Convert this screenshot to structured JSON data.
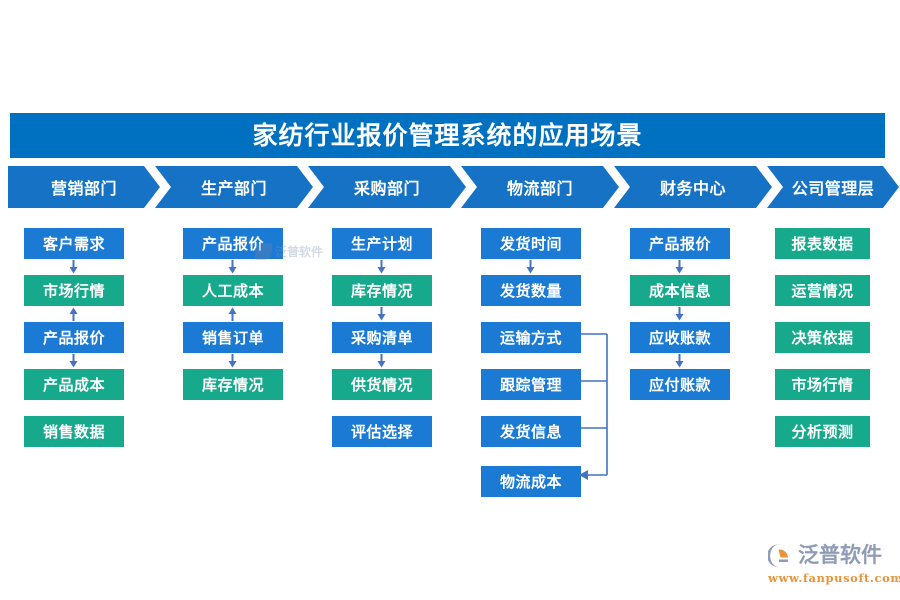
{
  "title": {
    "text": "家纺行业报价管理系统的应用场景",
    "bar_color": "#0070c0",
    "text_color": "#ffffff"
  },
  "colors": {
    "chevron": "#1572c4",
    "node_blue": "#1b7ad4",
    "node_teal": "#17a98c",
    "arrow": "#4472c4",
    "background": "#ffffff"
  },
  "columns": [
    {
      "header": "营销部门",
      "nodes": [
        {
          "label": "客户需求",
          "color": "blue"
        },
        {
          "label": "市场行情",
          "color": "teal"
        },
        {
          "label": "产品报价",
          "color": "blue"
        },
        {
          "label": "产品成本",
          "color": "teal"
        },
        {
          "label": "销售数据",
          "color": "teal"
        }
      ]
    },
    {
      "header": "生产部门",
      "nodes": [
        {
          "label": "产品报价",
          "color": "blue"
        },
        {
          "label": "人工成本",
          "color": "teal"
        },
        {
          "label": "销售订单",
          "color": "blue"
        },
        {
          "label": "库存情况",
          "color": "teal"
        }
      ]
    },
    {
      "header": "采购部门",
      "nodes": [
        {
          "label": "生产计划",
          "color": "blue"
        },
        {
          "label": "库存情况",
          "color": "teal"
        },
        {
          "label": "采购清单",
          "color": "blue"
        },
        {
          "label": "供货情况",
          "color": "teal"
        },
        {
          "label": "评估选择",
          "color": "blue"
        }
      ]
    },
    {
      "header": "物流部门",
      "nodes": [
        {
          "label": "发货时间",
          "color": "blue"
        },
        {
          "label": "发货数量",
          "color": "blue"
        },
        {
          "label": "运输方式",
          "color": "blue"
        },
        {
          "label": "跟踪管理",
          "color": "blue"
        },
        {
          "label": "发货信息",
          "color": "blue"
        },
        {
          "label": "物流成本",
          "color": "blue"
        }
      ]
    },
    {
      "header": "财务中心",
      "nodes": [
        {
          "label": "产品报价",
          "color": "blue"
        },
        {
          "label": "成本信息",
          "color": "teal"
        },
        {
          "label": "应收账款",
          "color": "blue"
        },
        {
          "label": "应付账款",
          "color": "blue"
        }
      ]
    },
    {
      "header": "公司管理层",
      "nodes": [
        {
          "label": "报表数据",
          "color": "teal"
        },
        {
          "label": "运营情况",
          "color": "teal"
        },
        {
          "label": "决策依据",
          "color": "teal"
        },
        {
          "label": "市场行情",
          "color": "teal"
        },
        {
          "label": "分析预测",
          "color": "teal"
        }
      ]
    }
  ],
  "watermark": {
    "text": "泛普软件"
  },
  "brand": {
    "name": "泛普软件",
    "url": "www.fanpusoft.com",
    "name_color": "#8e9cb5",
    "url_color": "#e8943c"
  }
}
